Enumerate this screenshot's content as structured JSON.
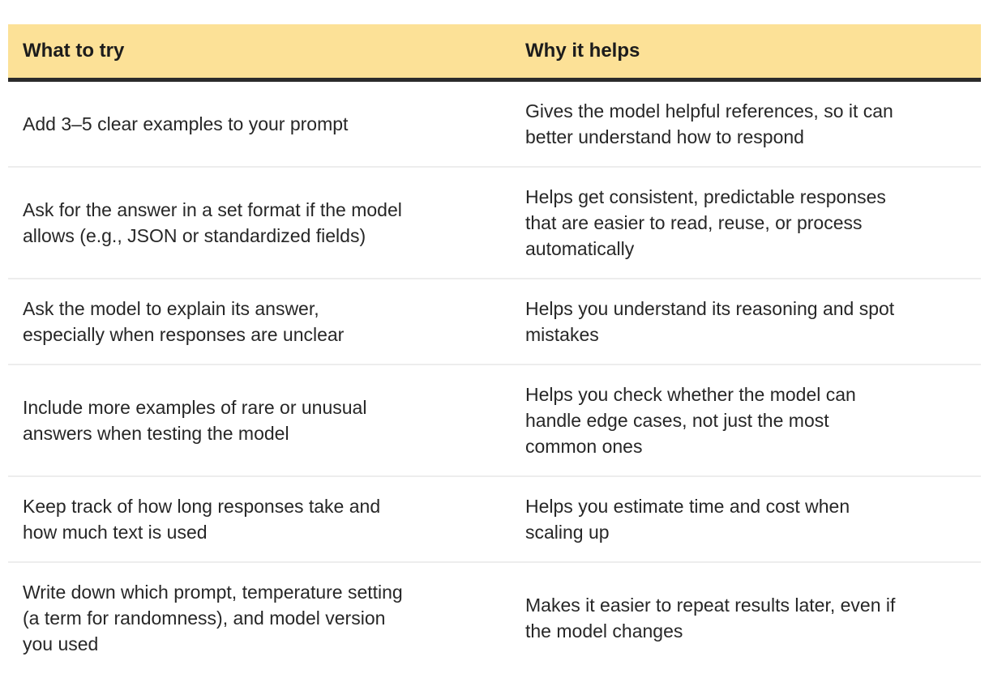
{
  "colors": {
    "header_bg": "#FCE197",
    "header_rule": "#2b2b2b",
    "row_divider": "#EDEDED",
    "body_text": "#272727",
    "header_text": "#1c1c1c"
  },
  "table": {
    "columns": [
      {
        "label": "What to try"
      },
      {
        "label": "Why it helps"
      }
    ],
    "rows": [
      {
        "what": "Add 3–5 clear examples to your prompt",
        "why": "Gives the model helpful references, so it can better understand how to respond"
      },
      {
        "what": "Ask for the answer in a set format if the model allows (e.g., JSON or standardized fields)",
        "why": "Helps get consistent, predictable responses that are easier to read, reuse, or process automatically"
      },
      {
        "what": "Ask the model to explain its answer, especially when responses are unclear",
        "why": "Helps you understand its reasoning and spot mistakes"
      },
      {
        "what": "Include more examples of rare or unusual answers when testing the model",
        "why": "Helps you check whether the model can handle edge cases, not just the most common ones"
      },
      {
        "what": "Keep track of how long responses take and how much text is used",
        "why": "Helps you estimate time and cost when scaling up"
      },
      {
        "what": "Write down which prompt, temperature setting (a term for randomness), and model version you used",
        "why": "Makes it easier to repeat results later, even if the model changes"
      }
    ]
  }
}
